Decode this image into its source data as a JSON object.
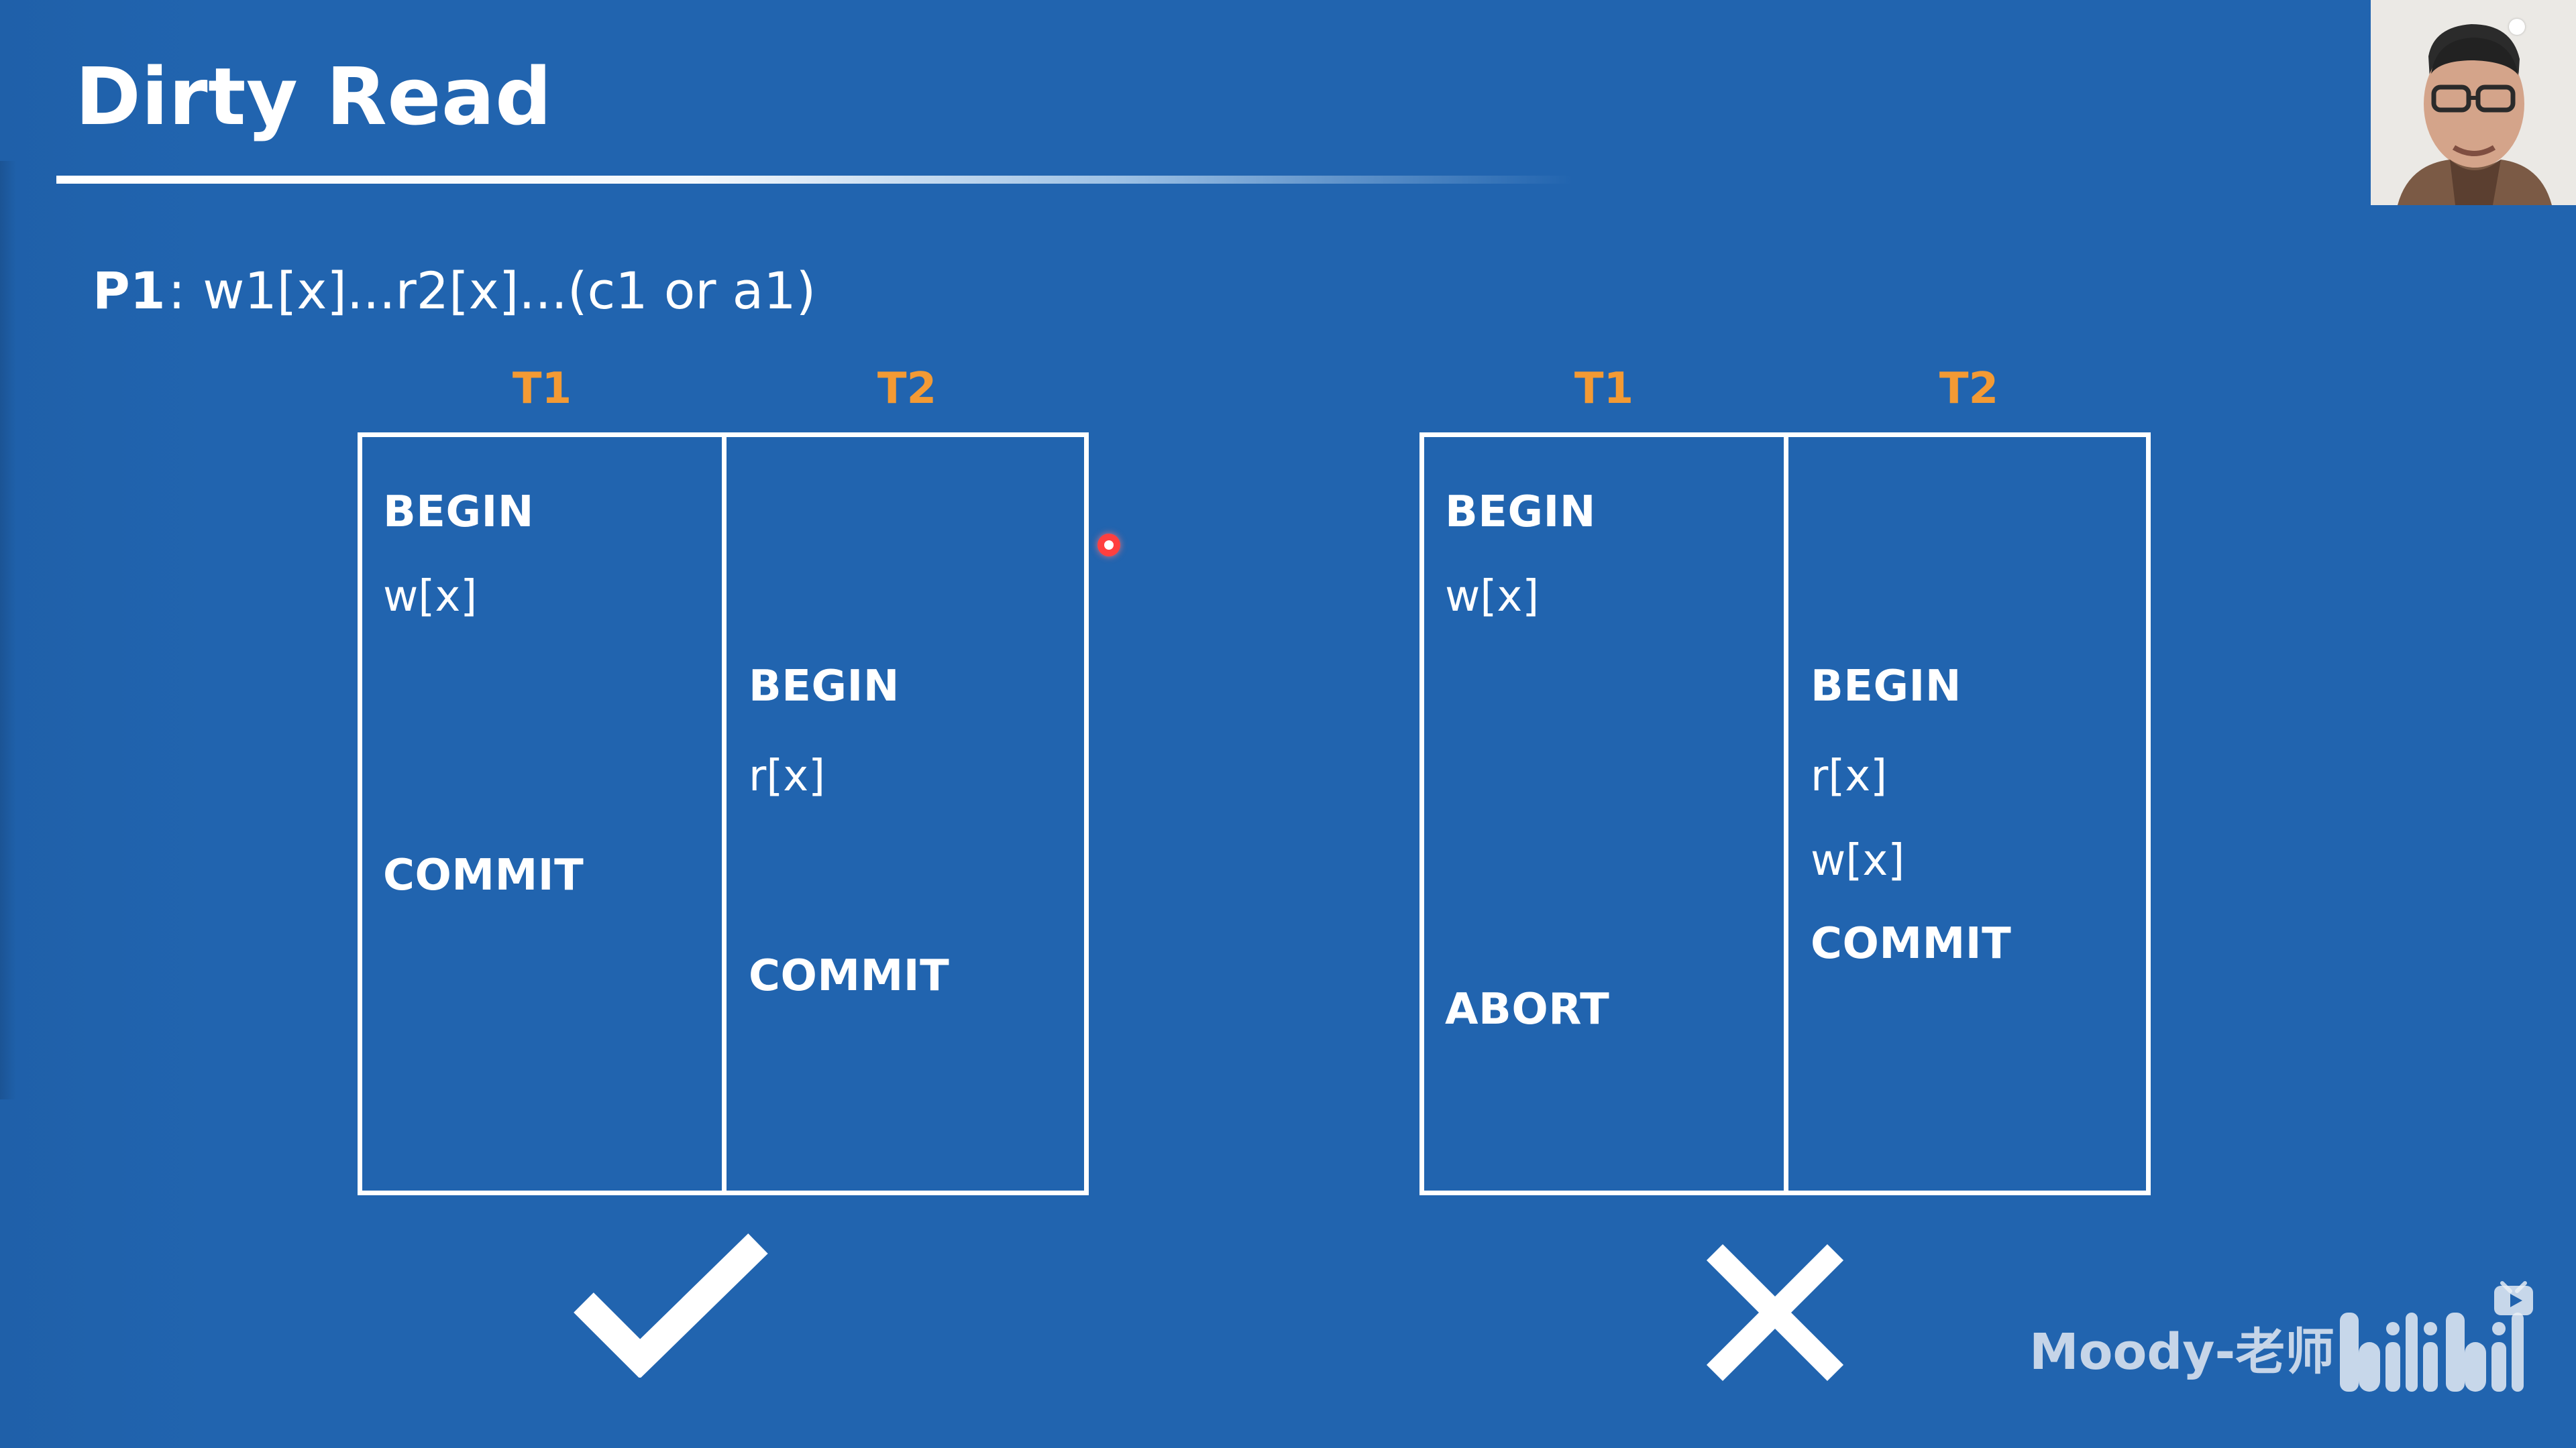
{
  "slide": {
    "title": "Dirty Read",
    "formula_key": "P1",
    "formula_colon": ":",
    "formula_text": "w1[x]...r2[x]...(c1 or a1)"
  },
  "examples": [
    {
      "t1_label": "T1",
      "t2_label": "T2",
      "t1": [
        "BEGIN",
        "w[x]",
        "COMMIT"
      ],
      "t2": [
        "BEGIN",
        "r[x]",
        "COMMIT"
      ],
      "result_icon": "check-icon"
    },
    {
      "t1_label": "T1",
      "t2_label": "T2",
      "t1": [
        "BEGIN",
        "w[x]",
        "ABORT"
      ],
      "t2": [
        "BEGIN",
        "r[x]",
        "w[x]",
        "COMMIT"
      ],
      "result_icon": "cross-icon"
    }
  ],
  "overlay": {
    "watermark": "Moody-老师",
    "logo_text": "bilibili"
  },
  "colors": {
    "background": "#2163ae",
    "header_text": "#f39a34",
    "body_text": "#ffffff",
    "pointer": "#ff3f3f"
  }
}
